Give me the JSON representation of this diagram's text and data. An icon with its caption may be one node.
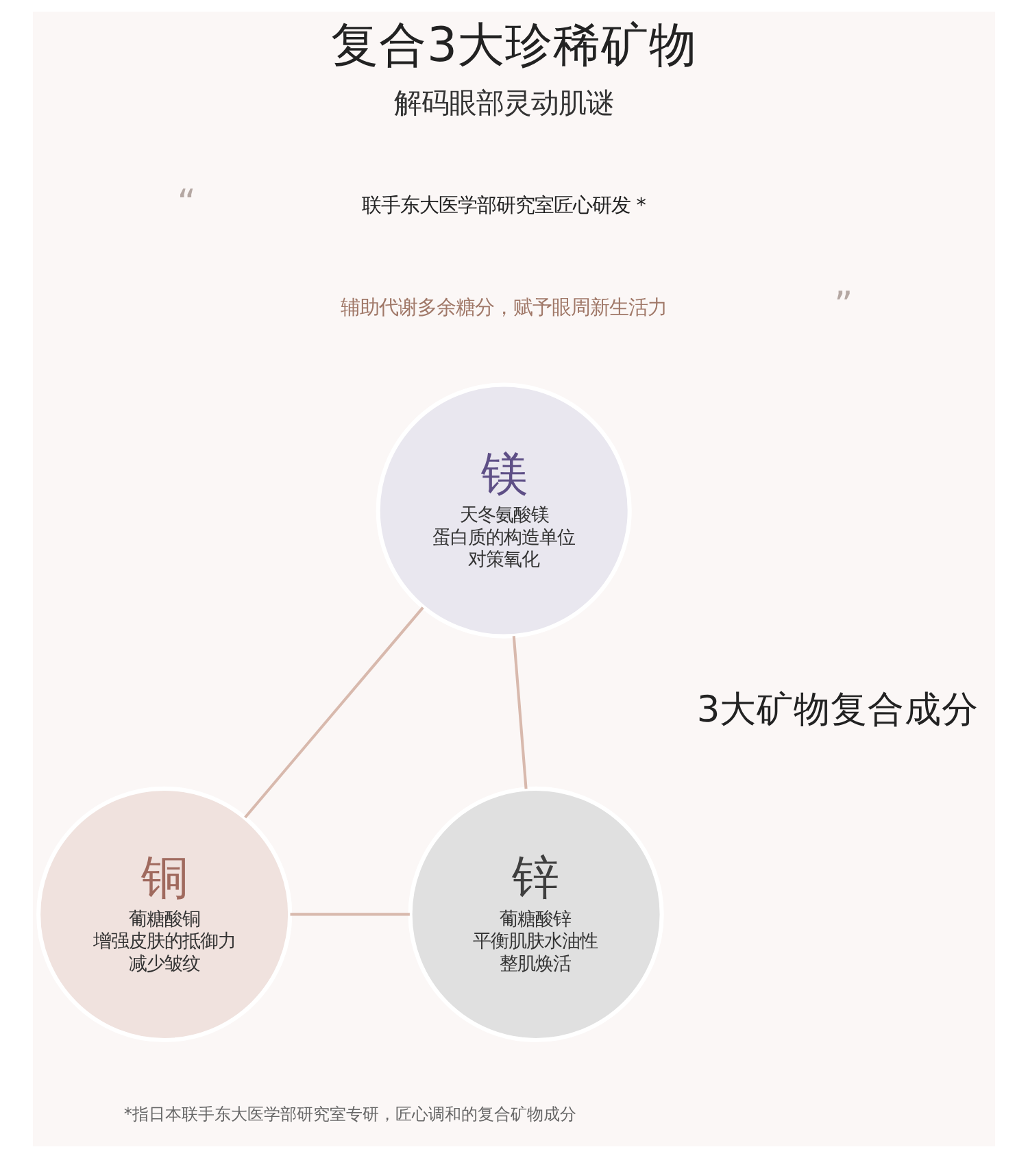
{
  "diagram": {
    "title": "复合3大珍稀矿物",
    "caption": "*指日本联手东大医学部研究室专研，匠心调和的复合矿物成分",
    "nodes": [
      {
        "text": [
          "镁",
          "天冬氨酸镁",
          "蛋白质的构造单位",
          "对策氧化"
        ]
      },
      {
        "text": [
          "铜",
          "葡糖酸铜",
          "增强皮肤的抵御力",
          "减少皱纹"
        ]
      },
      {
        "text": [
          "锌",
          "葡糖酸锌",
          "平衡肌肤水油性",
          "整肌焕活"
        ]
      }
    ],
    "edges": [
      {
        "from": 0,
        "to": 1,
        "arrow": "none"
      },
      {
        "from": 0,
        "to": 2,
        "arrow": "none"
      },
      {
        "from": 1,
        "to": 2,
        "arrow": "none"
      }
    ],
    "labels": [
      "解码眼部灵动肌谜",
      "“",
      "联手东大医学部研究室匠心研发 *",
      "辅助代谢多余糖分，赋予眼周新生活力",
      "”",
      "3大矿物复合成分"
    ]
  }
}
